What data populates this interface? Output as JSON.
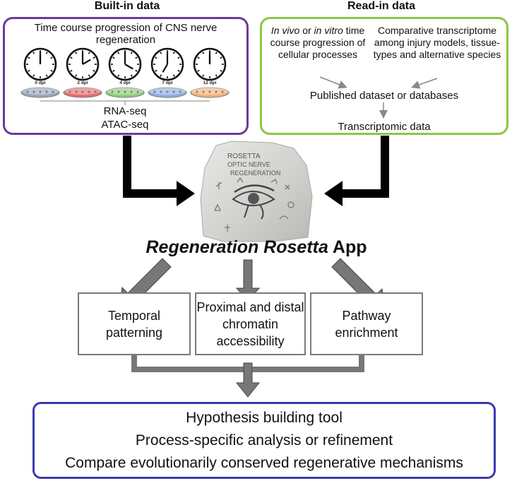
{
  "builtin": {
    "header": "Built-in data",
    "description": "Time course progression of CNS nerve regeneration",
    "timepoints": [
      "0 dpi",
      "2 dpi",
      "4 dpi",
      "7 dpi",
      "12 dpi"
    ],
    "dish_colors": [
      "#9aa8b8",
      "#e66e6e",
      "#8fce7a",
      "#8fb0e0",
      "#f2b27a"
    ],
    "assays": [
      "RNA-seq",
      "ATAC-seq"
    ],
    "border_color": "#6a3b9a"
  },
  "readin": {
    "header": "Read-in data",
    "left_italic_1": "In vivo",
    "left_or": " or ",
    "left_italic_2": "in vitro",
    "left_rest": "time course progression of cellular processes",
    "right_text": "Comparative transcriptome among injury models, tissue-types and alternative species",
    "published": "Published dataset or databases",
    "transcriptomic": "Transcriptomic data",
    "border_color": "#8cc646"
  },
  "stone": {
    "line1": "ROSETTA",
    "line2": "OPTIC   NERVE",
    "line3": "REGENERATION"
  },
  "app": {
    "title_italic": "Regeneration Rosetta",
    "title_suffix": " App"
  },
  "analyses": [
    {
      "label": "Temporal patterning"
    },
    {
      "label": "Proximal and distal chromatin accessibility"
    },
    {
      "label": "Pathway enrichment"
    }
  ],
  "outcomes": {
    "lines": [
      "Hypothesis building tool",
      "Process-specific analysis or refinement",
      "Compare evolutionarily conserved regenerative mechanisms"
    ],
    "border_color": "#3a3ab0"
  }
}
